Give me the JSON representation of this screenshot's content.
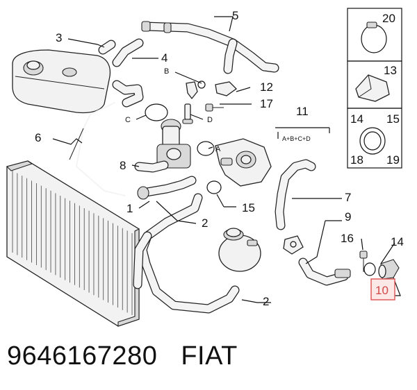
{
  "callouts": {
    "c1": "1",
    "c2a": "2",
    "c2b": "2",
    "c3": "3",
    "c4": "4",
    "c5": "5",
    "c6": "6",
    "c7": "7",
    "c8": "8",
    "c9": "9",
    "c10": "10",
    "c11": "11",
    "c12": "12",
    "c13": "13",
    "c14a": "14",
    "c14b": "14",
    "c15a": "15",
    "c15b": "15",
    "c16": "16",
    "c17": "17",
    "c18": "18",
    "c19": "19",
    "c20": "20",
    "ref_a": "A",
    "ref_b": "B",
    "ref_c": "C",
    "ref_d": "D",
    "group_11": "A+B+C+D"
  },
  "highlight_color": "#e05a5a",
  "footer": {
    "part_number": "9646167280",
    "brand": "FIAT"
  }
}
